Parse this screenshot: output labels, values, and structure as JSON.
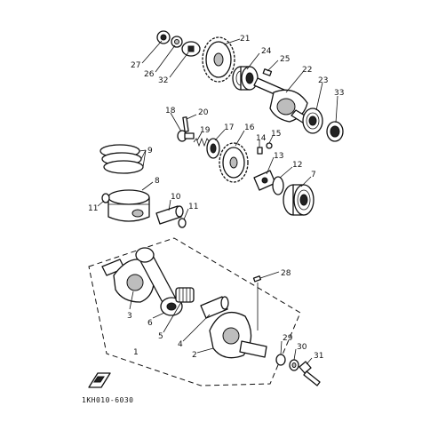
{
  "callouts": [
    {
      "id": "c27",
      "text": "27"
    },
    {
      "id": "c26",
      "text": "26"
    },
    {
      "id": "c32",
      "text": "32"
    },
    {
      "id": "c21",
      "text": "21"
    },
    {
      "id": "c24",
      "text": "24"
    },
    {
      "id": "c25",
      "text": "25"
    },
    {
      "id": "c22",
      "text": "22"
    },
    {
      "id": "c23",
      "text": "23"
    },
    {
      "id": "c33",
      "text": "33"
    },
    {
      "id": "c18",
      "text": "18"
    },
    {
      "id": "c20",
      "text": "20"
    },
    {
      "id": "c19",
      "text": "19"
    },
    {
      "id": "c17",
      "text": "17"
    },
    {
      "id": "c16",
      "text": "16"
    },
    {
      "id": "c14",
      "text": "14"
    },
    {
      "id": "c15",
      "text": "15"
    },
    {
      "id": "c13",
      "text": "13"
    },
    {
      "id": "c12",
      "text": "12"
    },
    {
      "id": "c7",
      "text": "7"
    },
    {
      "id": "c9",
      "text": "9"
    },
    {
      "id": "c8",
      "text": "8"
    },
    {
      "id": "c11a",
      "text": "11"
    },
    {
      "id": "c10",
      "text": "10"
    },
    {
      "id": "c11b",
      "text": "11"
    },
    {
      "id": "c28",
      "text": "28"
    },
    {
      "id": "c3",
      "text": "3"
    },
    {
      "id": "c6",
      "text": "6"
    },
    {
      "id": "c5",
      "text": "5"
    },
    {
      "id": "c4",
      "text": "4"
    },
    {
      "id": "c2",
      "text": "2"
    },
    {
      "id": "c1",
      "text": "1"
    },
    {
      "id": "c29",
      "text": "29"
    },
    {
      "id": "c30",
      "text": "30"
    },
    {
      "id": "c31",
      "text": "31"
    }
  ],
  "diagram_code": "1KH010-6030"
}
